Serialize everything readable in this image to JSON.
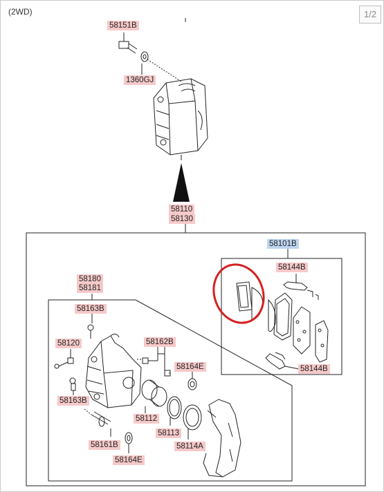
{
  "header": {
    "variant": "(2WD)",
    "page_indicator": "1/2"
  },
  "labels": {
    "l58151b": "58151B",
    "l1360gj": "1360GJ",
    "l58110": "58110",
    "l58130": "58130",
    "l58101b": "58101B",
    "l58144b_top": "58144B",
    "l58144b_bot": "58144B",
    "l58180": "58180",
    "l58181": "58181",
    "l58163b_top": "58163B",
    "l58163b_bot": "58163B",
    "l58120": "58120",
    "l58162b": "58162B",
    "l58164e_top": "58164E",
    "l58164e_bot": "58164E",
    "l58112": "58112",
    "l58113": "58113",
    "l58114a": "58114A",
    "l58161b": "58161B"
  },
  "colors": {
    "part_label_bg": "#f6c9c9",
    "kit_label_bg": "#bcd5f0",
    "highlight_circle": "#d42020"
  }
}
